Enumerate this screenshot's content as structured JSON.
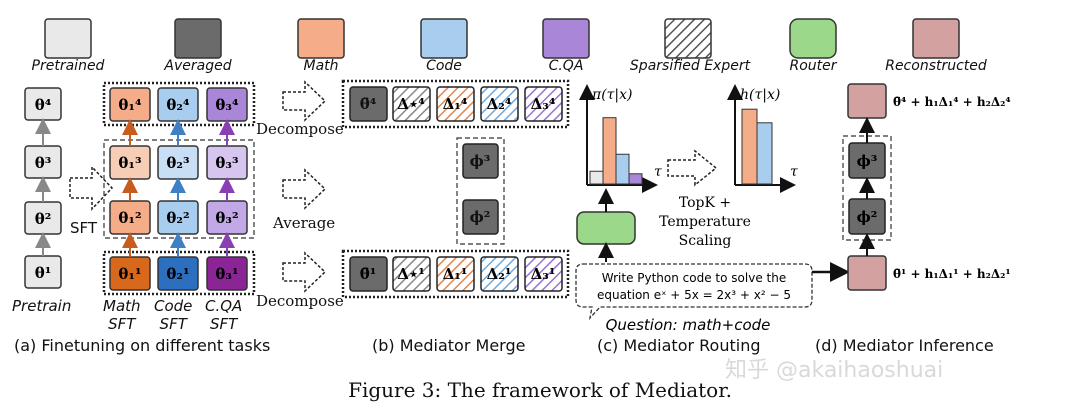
{
  "legend": [
    {
      "label": "Pretrained",
      "color": "#e9e9e9",
      "hatched": false
    },
    {
      "label": "Averaged",
      "color": "#6b6b6b",
      "hatched": false
    },
    {
      "label": "Math",
      "color": "#f4ad88",
      "hatched": false
    },
    {
      "label": "Code",
      "color": "#a9cdee",
      "hatched": false
    },
    {
      "label": "C.QA",
      "color": "#a986d8",
      "hatched": false
    },
    {
      "label": "Sparsified Expert",
      "color": "#ffffff",
      "hatched": true
    },
    {
      "label": "Router",
      "color": "#9cd88a",
      "hatched": false
    },
    {
      "label": "Reconstructed",
      "color": "#d4a1a1",
      "hatched": false
    }
  ],
  "panel_a": {
    "pretrain_blocks": [
      "θ⁴",
      "θ³",
      "θ²",
      "θ¹"
    ],
    "math_blocks": [
      "θ₁⁴",
      "θ₁³",
      "θ₁²",
      "θ₁¹"
    ],
    "code_blocks": [
      "θ₂⁴",
      "θ₂³",
      "θ₂²",
      "θ₂¹"
    ],
    "cqa_blocks": [
      "θ₃⁴",
      "θ₃³",
      "θ₃²",
      "θ₃¹"
    ],
    "sft_label": "SFT",
    "col_labels": [
      "Pretrain",
      "Math\nSFT",
      "Code\nSFT",
      "C.QA\nSFT"
    ],
    "subtitle": "(a) Finetuning on different tasks"
  },
  "panel_b": {
    "arrow_labels": [
      "Decompose",
      "Average",
      "Decompose"
    ],
    "top_row": [
      "θ̄⁴",
      "Δ⋆⁴",
      "Δ₁⁴",
      "Δ₂⁴",
      "Δ₃⁴"
    ],
    "bottom_row": [
      "θ̄¹",
      "Δ⋆¹",
      "Δ₁¹",
      "Δ₂¹",
      "Δ₃¹"
    ],
    "phi_blocks": [
      "ϕ³",
      "ϕ²"
    ],
    "subtitle": "(b) Mediator Merge"
  },
  "panel_c": {
    "pi_label": "π(τ|x)",
    "h_label": "h(τ|x)",
    "tau": "τ",
    "topk_lines": [
      "TopK +",
      "Temperature",
      "Scaling"
    ],
    "question_lines": [
      "Write Python code to solve the",
      "equation eˣ + 5x = 2x³ + x² − 5"
    ],
    "question_tag": "Question: math+code",
    "subtitle": "(c) Mediator Routing",
    "pi_bars": [
      0.15,
      0.78,
      0.35,
      0.12
    ],
    "h_bars": [
      0.88,
      0.72
    ]
  },
  "panel_d": {
    "top_formula": "θ̄⁴ + h₁Δ₁⁴ + h₂Δ₂⁴",
    "bottom_formula": "θ̄¹ + h₁Δ₁¹ + h₂Δ₂¹",
    "phi_blocks": [
      "ϕ³",
      "ϕ²"
    ],
    "subtitle": "(d) Mediator Inference"
  },
  "caption": "Figure 3: The framework of Mediator.",
  "watermark": "知乎 @akaihaoshuai"
}
